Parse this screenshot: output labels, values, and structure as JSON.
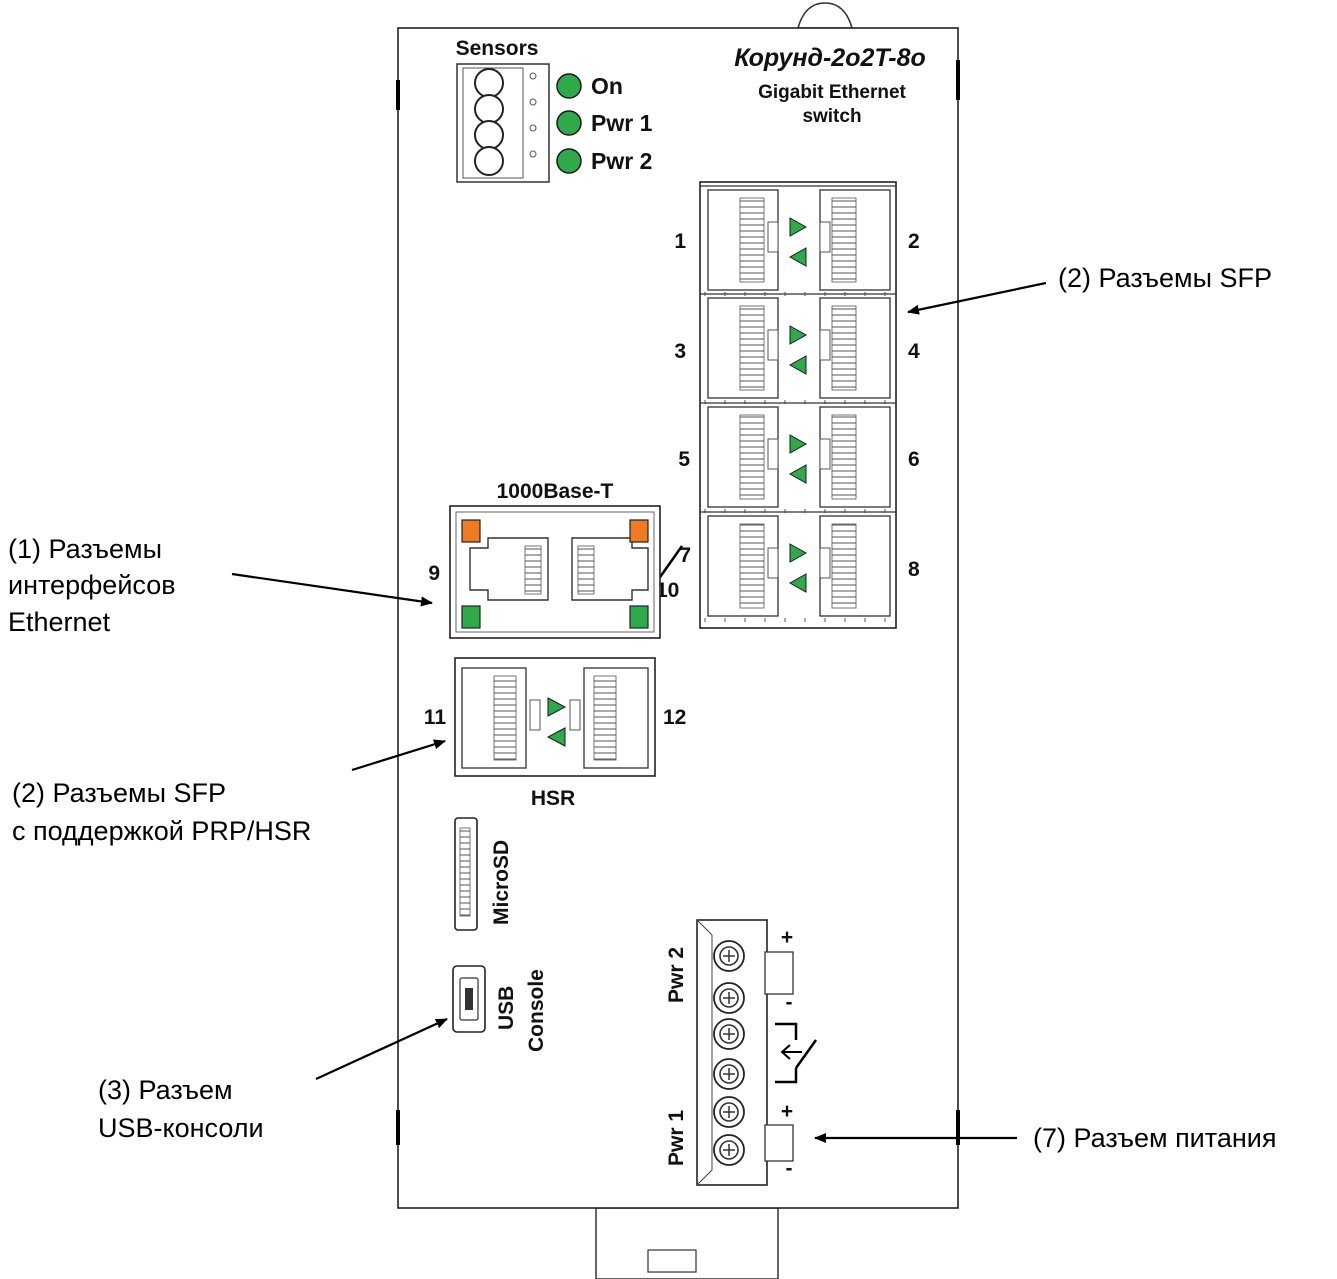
{
  "device": {
    "model": "Корунд-2o2T-8o",
    "subtitle_line1": "Gigabit Ethernet",
    "subtitle_line2": "switch",
    "sensors_label": "Sensors",
    "led_labels": [
      "On",
      "Pwr 1",
      "Pwr 2"
    ],
    "led_color": "#2eaa4a",
    "port_label_1000base": "1000Base-T",
    "port_label_hsr": "HSR",
    "microsd_label": "MicroSD",
    "usb_label_line1": "USB",
    "usb_label_line2": "Console",
    "pwr2_label": "Pwr 2",
    "pwr1_label": "Pwr 1",
    "plus_sign": "+",
    "minus_sign": "-"
  },
  "sfp_ports": {
    "left_numbers": [
      "1",
      "3",
      "5",
      "7"
    ],
    "right_numbers": [
      "2",
      "4",
      "6",
      "8"
    ],
    "combo_number": "10",
    "hsr_left": "11",
    "hsr_right": "12"
  },
  "rj45_ports": {
    "left_number": "9",
    "led_orange": "#ef7a22",
    "led_green": "#2eaa4a"
  },
  "callouts": {
    "ethernet": [
      "(1) Разъемы",
      "интерфейсов",
      "Ethernet"
    ],
    "sfp_top": "(2) Разъемы SFP",
    "sfp_hsr": [
      "(2) Разъемы SFP",
      "с поддержкой PRP/HSR"
    ],
    "usb": [
      "(3) Разъем",
      "USB-консоли"
    ],
    "power": "(7) Разъем питания"
  }
}
